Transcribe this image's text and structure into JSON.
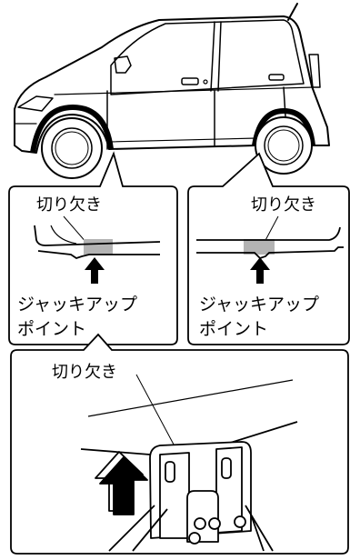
{
  "labels": {
    "notch": "切り欠き",
    "jack_point_line1": "ジャッキアップ",
    "jack_point_line2": "ポイント"
  },
  "colors": {
    "line": "#000000",
    "background": "#ffffff",
    "highlight": "#b3b3b3"
  }
}
